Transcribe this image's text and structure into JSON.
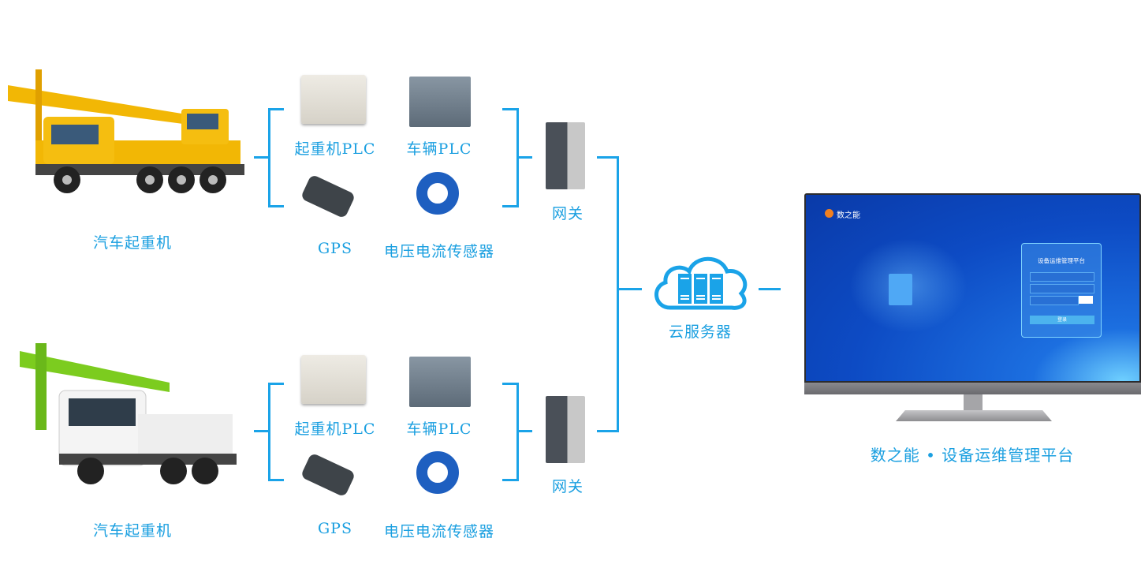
{
  "groups": [
    {
      "vehicle_label": "汽车起重机",
      "vehicle_color": "#f2b705",
      "devices": [
        "起重机PLC",
        "车辆PLC",
        "GPS",
        "电压电流传感器"
      ],
      "gateway_label": "网关"
    },
    {
      "vehicle_label": "汽车起重机",
      "vehicle_color": "#7ccc1f",
      "devices": [
        "起重机PLC",
        "车辆PLC",
        "GPS",
        "电压电流传感器"
      ],
      "gateway_label": "网关"
    }
  ],
  "cloud": {
    "label": "云服务器",
    "icon": "cloud-server-icon"
  },
  "platform": {
    "caption": "数之能 • 设备运维管理平台",
    "screen": {
      "logo_text": "数之能",
      "login_title": "设备运维管理平台",
      "login_button": "登录"
    }
  },
  "colors": {
    "accent": "#1aa3e8",
    "screen_blue": "#0d4bc4"
  }
}
